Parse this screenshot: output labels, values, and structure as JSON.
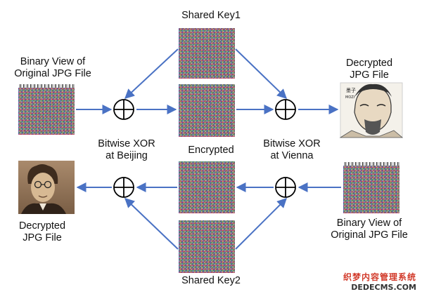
{
  "labels": {
    "shared_key1": "Shared Key1",
    "shared_key2": "Shared Key2",
    "encrypted": "Encrypted",
    "binary_view_left_line1": "Binary View of",
    "binary_view_left_line2": "Original JPG File",
    "decrypted_right_line1": "Decrypted",
    "decrypted_right_line2": "JPG File",
    "xor_beijing_line1": "Bitwise XOR",
    "xor_beijing_line2": "at Beijing",
    "xor_vienna_line1": "Bitwise XOR",
    "xor_vienna_line2": "at Vienna",
    "decrypted_left_line1": "Decrypted",
    "decrypted_left_line2": "JPG File",
    "binary_view_right_line1": "Binary View of",
    "binary_view_right_line2": "Original JPG File"
  },
  "watermark": {
    "line1": "织梦内容管理系统",
    "line2": "DEDECMS.COM"
  },
  "images": {
    "right_portrait_caption": "墨子",
    "right_portrait_caption2": "MOZI"
  },
  "colors": {
    "arrow": "#4a72c4",
    "xor_stroke": "#000000",
    "watermark_red": "#d23a2a"
  }
}
